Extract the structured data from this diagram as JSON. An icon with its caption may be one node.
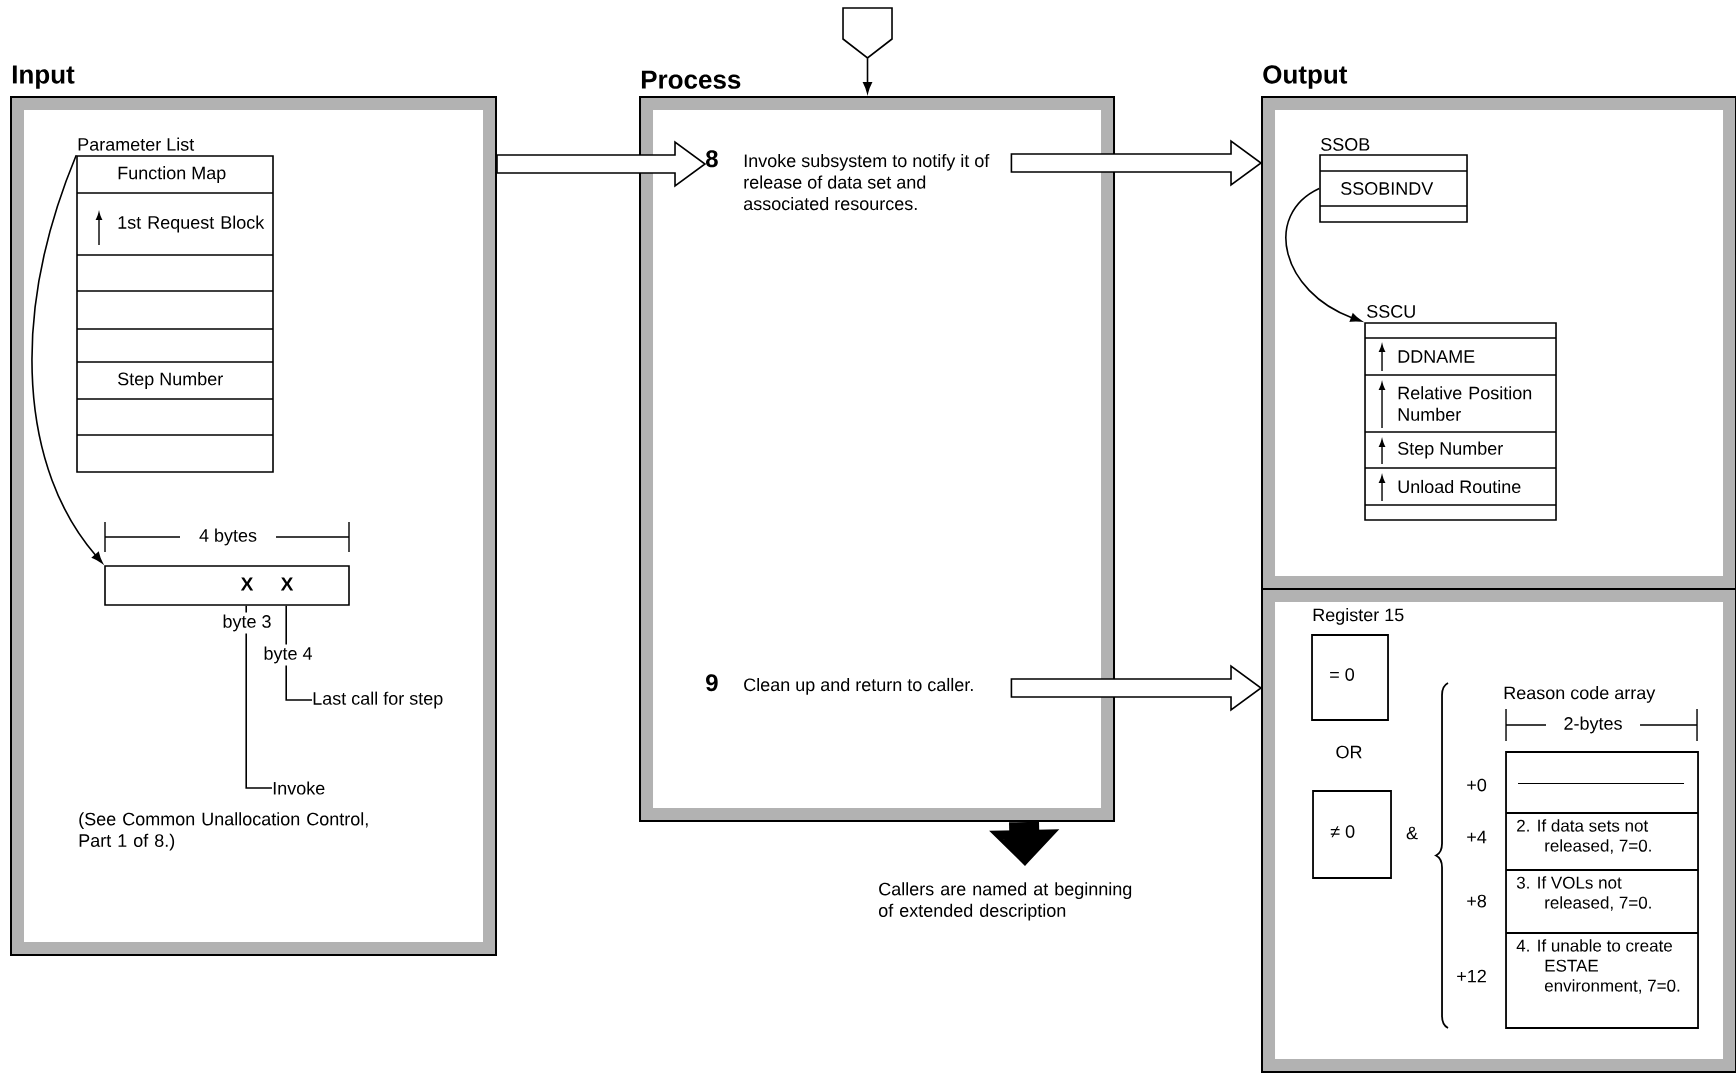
{
  "diagram": {
    "nodes": [
      {
        "text": [
          "Input"
        ]
      },
      {
        "text": [
          "Parameter List",
          "Function Map",
          "1st Request Block",
          "Step Number"
        ],
        "in": 0
      },
      {
        "text": [
          "X",
          "X"
        ],
        "in": 0
      },
      {
        "text": [
          "Last call for step"
        ],
        "in": 0
      },
      {
        "text": [
          "Invoke"
        ],
        "in": 0
      },
      {
        "text": [
          "Process"
        ]
      },
      {
        "text": [
          "8",
          "Invoke subsystem to notify it of release of data set and associated resources."
        ],
        "in": 5
      },
      {
        "text": [
          "9",
          "Clean up and return to caller."
        ],
        "in": 5
      },
      {
        "text": [],
        "shape": "pentagon"
      },
      {
        "text": [
          "Output"
        ]
      },
      {
        "text": [
          "SSOB",
          "SSOBINDV"
        ],
        "in": 9
      },
      {
        "text": [
          "SSCU",
          "DDNAME",
          "Relative Position Number",
          "Step Number",
          "Unload Routine"
        ],
        "in": 9
      },
      {
        "text": [],
        "shape": "box"
      },
      {
        "text": [
          "Register 15",
          "= 0"
        ],
        "in": 12
      },
      {
        "text": [
          "≠ 0"
        ],
        "in": 12
      },
      {
        "text": [
          "Reason code array",
          "2. If data sets not released, 7=0.",
          "3. If VOLs not released, 7=0.",
          "4. If unable to create ESTAE environment, 7=0."
        ],
        "in": 12
      }
    ],
    "edges": [
      {
        "from": 1,
        "to": 2,
        "arrow": "to"
      },
      {
        "from": 3,
        "to": 2,
        "arrow": "none",
        "label": "byte 4"
      },
      {
        "from": 4,
        "to": 2,
        "arrow": "none",
        "label": "byte 3"
      },
      {
        "from": 8,
        "to": 5,
        "arrow": "to"
      },
      {
        "from": 0,
        "to": 6,
        "arrow": "to",
        "style": "thick"
      },
      {
        "from": 6,
        "to": 9,
        "arrow": "to",
        "style": "thick"
      },
      {
        "from": 7,
        "to": 12,
        "arrow": "to",
        "style": "thick"
      },
      {
        "from": 5,
        "to": null,
        "arrow": "to",
        "style": "thick"
      },
      {
        "from": 10,
        "to": 11,
        "arrow": "to"
      }
    ],
    "labels": [
      "4 bytes",
      "(See Common Unallocation Control, Part 1 of 8.)",
      "Callers are named at beginning of extended description",
      "OR",
      "&",
      "2-bytes",
      "+0",
      "+4",
      "+8",
      "+12"
    ]
  }
}
